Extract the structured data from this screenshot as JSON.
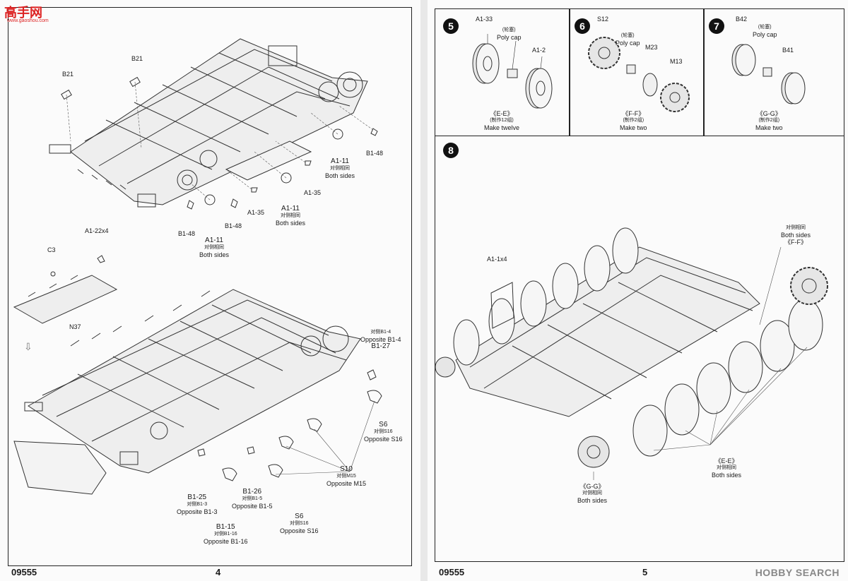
{
  "watermark": {
    "logo": "高手网",
    "sub": "www.gaoshou.com",
    "brand": "HOBBY SEARCH"
  },
  "pages": {
    "left_number": "4",
    "right_number": "5",
    "left_code": "09555",
    "right_code": "09555"
  },
  "left": {
    "top_step": {
      "labels": {
        "b21_a": "B21",
        "b21_b": "B21",
        "a1_11_a": "A1-11",
        "a1_11_a_cn": "对侧相同",
        "a1_11_a_en": "Both sides",
        "b1_48_a": "B1-48",
        "a1_35_a": "A1-35",
        "a1_11_b": "A1-11",
        "a1_11_b_cn": "对侧相同",
        "a1_11_b_en": "Both sides",
        "a1_35_b": "A1-35",
        "b1_48_b": "B1-48",
        "b1_48_c": "B1-48",
        "a1_11_c": "A1-11",
        "a1_11_c_cn": "对侧相同",
        "a1_11_c_en": "Both sides"
      }
    },
    "bottom_step": {
      "labels": {
        "a1_22": "A1-22x4",
        "c3": "C3",
        "n37": "N37",
        "b1_4_cn": "对侧B1-4",
        "b1_4_en": "Opposite B1-4",
        "b1_27": "B1-27",
        "s6_a": "S6",
        "s6_a_cn": "对侧S16",
        "s6_a_en": "Opposite S16",
        "s10": "S10",
        "s10_cn": "对侧M15",
        "s10_en": "Opposite M15",
        "b1_25": "B1-25",
        "b1_25_cn": "对侧B1-3",
        "b1_25_en": "Opposite B1-3",
        "b1_26": "B1-26",
        "b1_26_cn": "对侧B1-5",
        "b1_26_en": "Opposite B1-5",
        "s6_b": "S6",
        "s6_b_cn": "对侧S16",
        "s6_b_en": "Opposite S16",
        "b1_15": "B1-15",
        "b1_15_cn": "对侧B1-16",
        "b1_15_en": "Opposite B1-16"
      }
    }
  },
  "right": {
    "step5": {
      "num": "5",
      "a1_33": "A1-33",
      "polycap_cn": "(轮塞)",
      "polycap_en": "Poly cap",
      "a1_2": "A1-2",
      "group": "《E-E》",
      "count_cn": "(制作12组)",
      "count_en": "Make twelve"
    },
    "step6": {
      "num": "6",
      "s12": "S12",
      "polycap_cn": "(轮塞)",
      "polycap_en": "Poly cap",
      "m23": "M23",
      "m13": "M13",
      "group": "《F-F》",
      "count_cn": "(制作2组)",
      "count_en": "Make two"
    },
    "step7": {
      "num": "7",
      "b42": "B42",
      "polycap_cn": "(轮塞)",
      "polycap_en": "Poly cap",
      "b41": "B41",
      "group": "《G-G》",
      "count_cn": "(制作2组)",
      "count_en": "Make two"
    },
    "step8": {
      "num": "8",
      "a1_1": "A1-1x4",
      "ff_cn": "对侧相同",
      "ff_en": "Both sides",
      "ff_group": "《F-F》",
      "ee_group": "《E-E》",
      "ee_cn": "对侧相同",
      "ee_en": "Both sides",
      "gg_group": "《G-G》",
      "gg_cn": "对侧相同",
      "gg_en": "Both sides"
    }
  }
}
